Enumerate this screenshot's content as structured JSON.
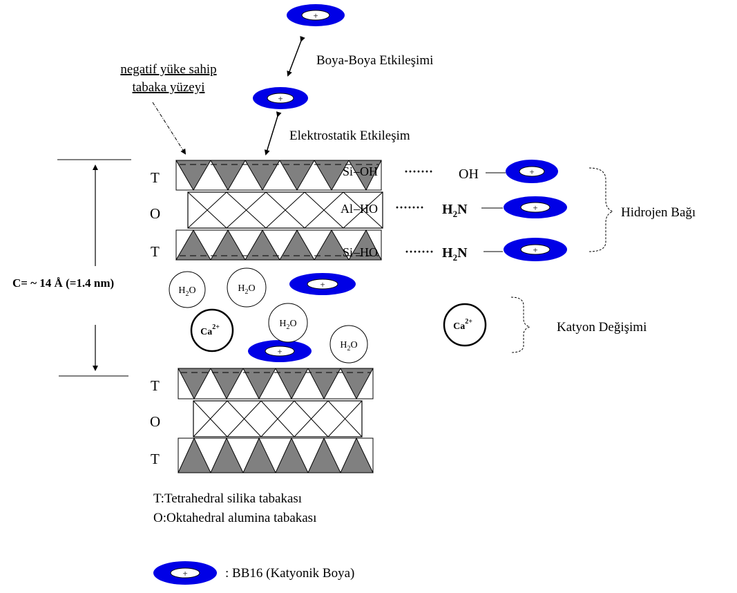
{
  "labels": {
    "dye_dye": "Boya-Boya Etkileşimi",
    "electrostatic": "Elektrostatik Etkileşim",
    "negative_surface_line1": "negatif yüke sahip",
    "negative_surface_line2": "tabaka yüzeyi",
    "hydrogen_bond": "Hidrojen Bağı",
    "cation_exchange": "Katyon Değişimi",
    "spacing": "C= ~ 14 Å (=1.4 nm)"
  },
  "layer_letters": {
    "upper": [
      "T",
      "O",
      "T"
    ],
    "lower": [
      "T",
      "O",
      "T"
    ]
  },
  "bonds": [
    {
      "surface": "Si",
      "group": "OH",
      "dots": "·······",
      "dye_group": "OH"
    },
    {
      "surface": "Al",
      "group": "HO",
      "dots": "·······",
      "dye_group": "H",
      "dye_sub": "2",
      "dye_tail": "N"
    },
    {
      "surface": "Si",
      "group": "HO",
      "dots": "·······",
      "dye_group": "H",
      "dye_sub": "2",
      "dye_tail": "N"
    }
  ],
  "species": {
    "water_main": "H",
    "water_sub": "2",
    "water_tail": "O",
    "calcium_main": "Ca",
    "calcium_sup": "2+",
    "plus": "+"
  },
  "legend": {
    "tetrahedral": "T:Tetrahedral silika tabakası",
    "octahedral": "O:Oktahedral alumina tabakası",
    "dye": ": BB16 (Katyonik Boya)"
  },
  "colors": {
    "dye_blue": "#0000e6",
    "tetrahedral_gray": "#808080"
  }
}
